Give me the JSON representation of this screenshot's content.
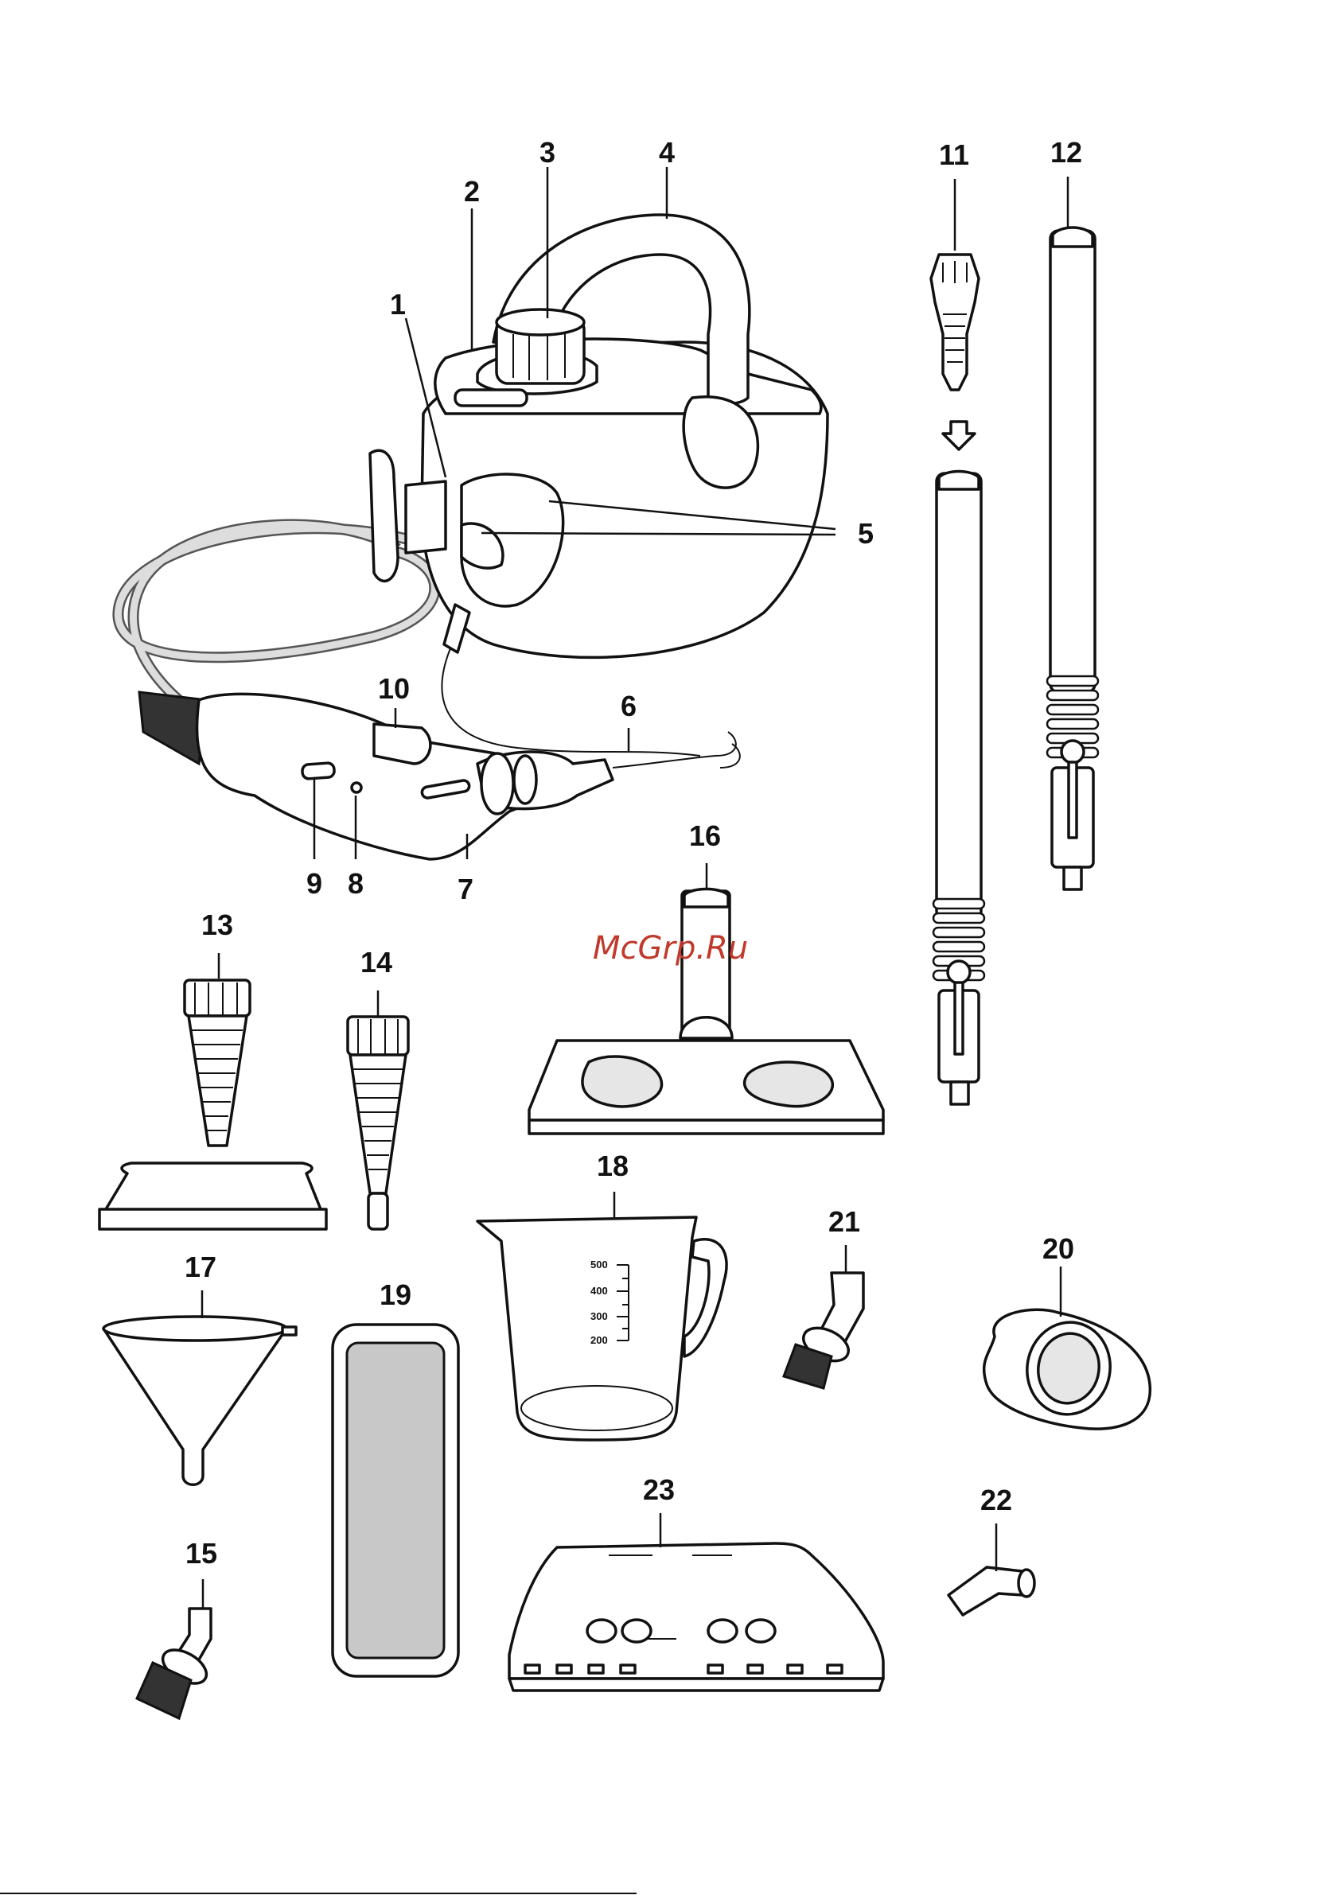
{
  "watermark": "McGrp.Ru",
  "callouts": [
    "1",
    "2",
    "3",
    "4",
    "5",
    "6",
    "7",
    "8",
    "9",
    "10",
    "11",
    "12",
    "13",
    "14",
    "15",
    "16",
    "17",
    "18",
    "19",
    "20",
    "21",
    "22",
    "23"
  ],
  "jug_scale": [
    "500",
    "400",
    "300",
    "200"
  ]
}
